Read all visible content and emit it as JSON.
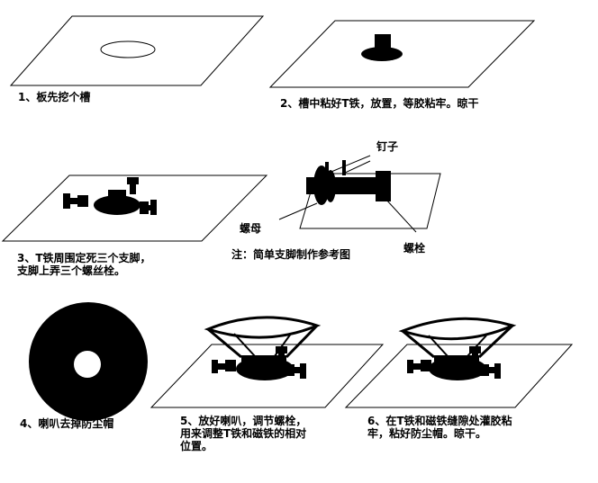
{
  "steps": {
    "s1": "1、板先挖个槽",
    "s2": "2、槽中粘好T铁，放置，等胶粘牢。晾干",
    "s3_line1": "3、T铁周围定死三个支脚，",
    "s3_line2": "支脚上弄三个螺丝栓。",
    "s4": "4、喇叭去掉防尘帽",
    "s5_line1": "5、放好喇叭，调节螺栓，",
    "s5_line2": "用来调整T铁和磁铁的相对",
    "s5_line3": "位置。",
    "s6_line1": "6、在T铁和磁铁缝隙处灌胶粘",
    "s6_line2": "牢，粘好防尘帽。晾干。"
  },
  "detail": {
    "note": "注：简单支脚制作参考图",
    "label_nail": "钉子",
    "label_nut": "螺母",
    "label_bolt": "螺栓"
  },
  "colors": {
    "ink": "#000000",
    "paper": "#ffffff"
  }
}
